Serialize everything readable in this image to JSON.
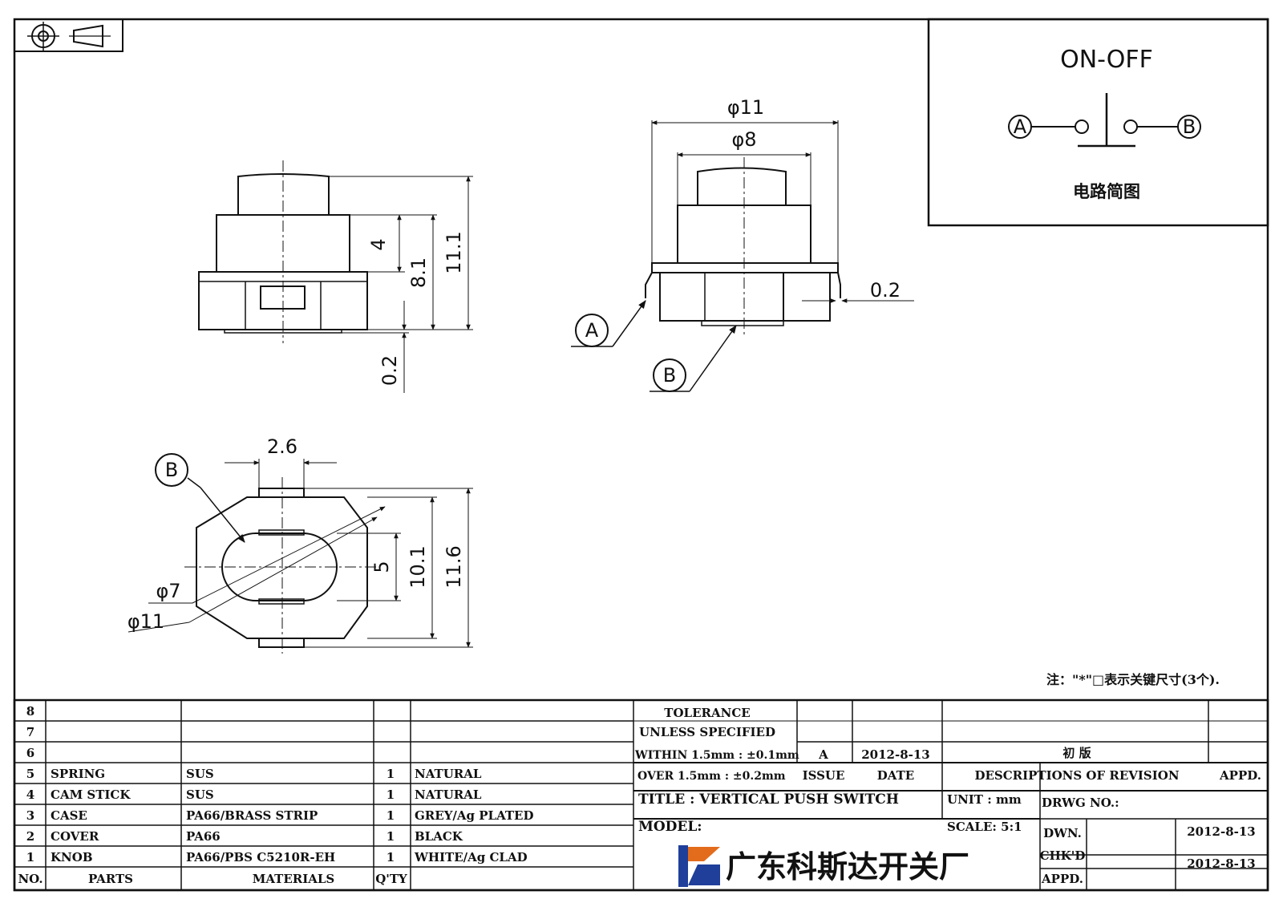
{
  "views": {
    "front": {
      "dims": {
        "h1": "4",
        "h2": "8.1",
        "h3": "11.1",
        "h4": "0.2"
      }
    },
    "side": {
      "dims": {
        "outer": "φ11",
        "inner": "φ8",
        "gap": "0.2"
      },
      "callouts": {
        "a": "A",
        "b": "B"
      }
    },
    "bottom": {
      "dims": {
        "width": "2.6",
        "d_inner": "φ7",
        "d_outer": "φ11",
        "h1": "5",
        "h2": "10.1",
        "h3": "11.6"
      },
      "callouts": {
        "b": "B"
      }
    }
  },
  "circuit": {
    "title": "ON-OFF",
    "terminal_a": "A",
    "terminal_b": "B",
    "caption": "电路简图"
  },
  "note": "注：\"*\"□表示关键尺寸(3个).",
  "parts_table": {
    "header": {
      "no": "NO.",
      "parts": "PARTS",
      "materials": "MATERIALS",
      "qty": "Q'TY"
    },
    "rows": [
      {
        "no": "8",
        "part": "",
        "material": "",
        "qty": "",
        "finish": ""
      },
      {
        "no": "7",
        "part": "",
        "material": "",
        "qty": "",
        "finish": ""
      },
      {
        "no": "6",
        "part": "",
        "material": "",
        "qty": "",
        "finish": ""
      },
      {
        "no": "5",
        "part": "SPRING",
        "material": "SUS",
        "qty": "1",
        "finish": "NATURAL"
      },
      {
        "no": "4",
        "part": "CAM STICK",
        "material": "SUS",
        "qty": "1",
        "finish": "NATURAL"
      },
      {
        "no": "3",
        "part": "CASE",
        "material": "PA66/BRASS STRIP",
        "qty": "1",
        "finish": "GREY/Ag PLATED"
      },
      {
        "no": "2",
        "part": "COVER",
        "material": "PA66",
        "qty": "1",
        "finish": "BLACK"
      },
      {
        "no": "1",
        "part": "KNOB",
        "material": "PA66/PBS C5210R-EH",
        "qty": "1",
        "finish": "WHITE/Ag CLAD"
      }
    ]
  },
  "title_block": {
    "tolerance_title": "TOLERANCE",
    "tolerance_sub": "UNLESS  SPECIFIED",
    "within": "WITHIN 1.5mm : ±0.1mm",
    "over": "OVER 1.5mm : ±0.2mm",
    "issue_label": "ISSUE",
    "date_label": "DATE",
    "desc_label": "DESCRIPTIONS OF REVISION",
    "appd_label": "APPD.",
    "revision": {
      "issue": "A",
      "date": "2012-8-13",
      "desc": "初 版"
    },
    "title": "TITLE :  VERTICAL PUSH SWITCH",
    "unit": "UNIT :  mm",
    "drwg_no": "DRWG NO.:",
    "model": "MODEL:",
    "scale": "SCALE:  5:1",
    "dwn_label": "DWN.",
    "dwn_date": "2012-8-13",
    "chkd_label": "CHK'D",
    "chkd_date": "2012-8-13",
    "appd2_label": "APPD.",
    "company": "广东科斯达开关厂",
    "logo_colors": {
      "blue": "#1f3f9a",
      "orange": "#e36c1c"
    }
  }
}
